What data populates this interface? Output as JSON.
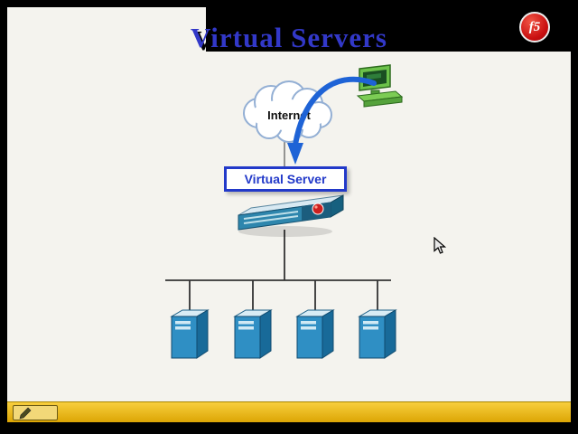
{
  "slide": {
    "title": "Virtual Servers"
  },
  "branding": {
    "logo_text": "f5"
  },
  "diagram": {
    "internet_label": "Internet",
    "virtual_server_label": "Virtual Server",
    "server_count": 4,
    "elements": [
      "internet-cloud",
      "client-computer",
      "flow-arrow",
      "virtual-server-box",
      "bigip-appliance",
      "server-tower x4"
    ]
  },
  "toolbar": {
    "tool": "pen"
  },
  "colors": {
    "title_blue": "#3238c8",
    "box_blue": "#2239c9",
    "arrow_blue": "#1e63d6",
    "server_blue": "#2f8fc4",
    "appliance_teal": "#2e86ad",
    "bar_yellow": "#eebd20",
    "logo_red": "#c90f10",
    "slide_background": "#f4f3ee"
  }
}
